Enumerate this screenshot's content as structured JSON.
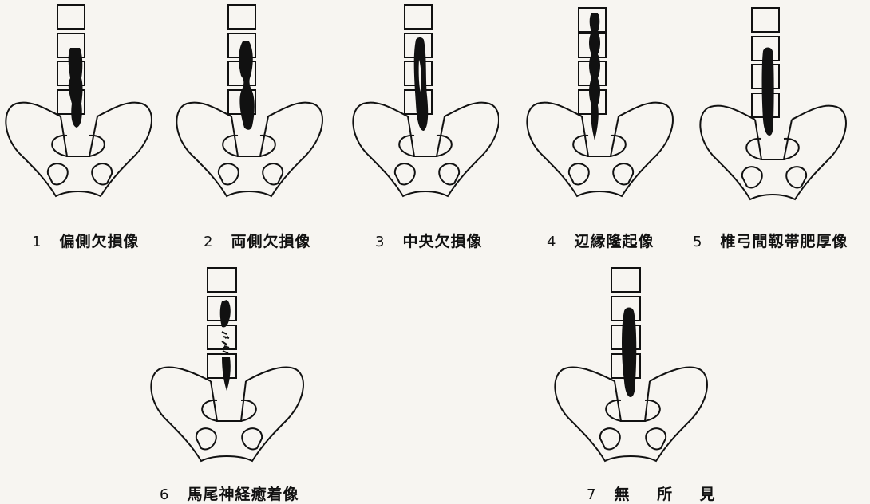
{
  "figures": [
    {
      "number": "1",
      "label": "偏側欠損像"
    },
    {
      "number": "2",
      "label": "両側欠損像"
    },
    {
      "number": "3",
      "label": "中央欠損像"
    },
    {
      "number": "4",
      "label": "辺縁隆起像"
    },
    {
      "number": "5",
      "label": "椎弓間靱帯肥厚像"
    },
    {
      "number": "6",
      "label": "馬尾神経癒着像"
    },
    {
      "number": "7",
      "label": "無 所 見"
    }
  ],
  "colors": {
    "line": "#111111",
    "background": "#f7f5f1",
    "contrast": "#111111"
  }
}
